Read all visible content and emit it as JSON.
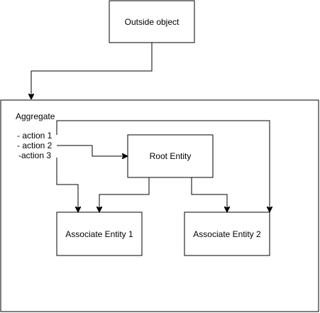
{
  "diagram": {
    "outside_object": {
      "label": "Outside object"
    },
    "aggregate": {
      "label": "Aggregate",
      "actions": [
        "- action 1",
        "- action 2",
        "-action 3"
      ]
    },
    "root_entity": {
      "label": "Root Entity"
    },
    "associate_entity_1": {
      "label": "Associate Entity 1"
    },
    "associate_entity_2": {
      "label": "Associate Entity 2"
    }
  }
}
